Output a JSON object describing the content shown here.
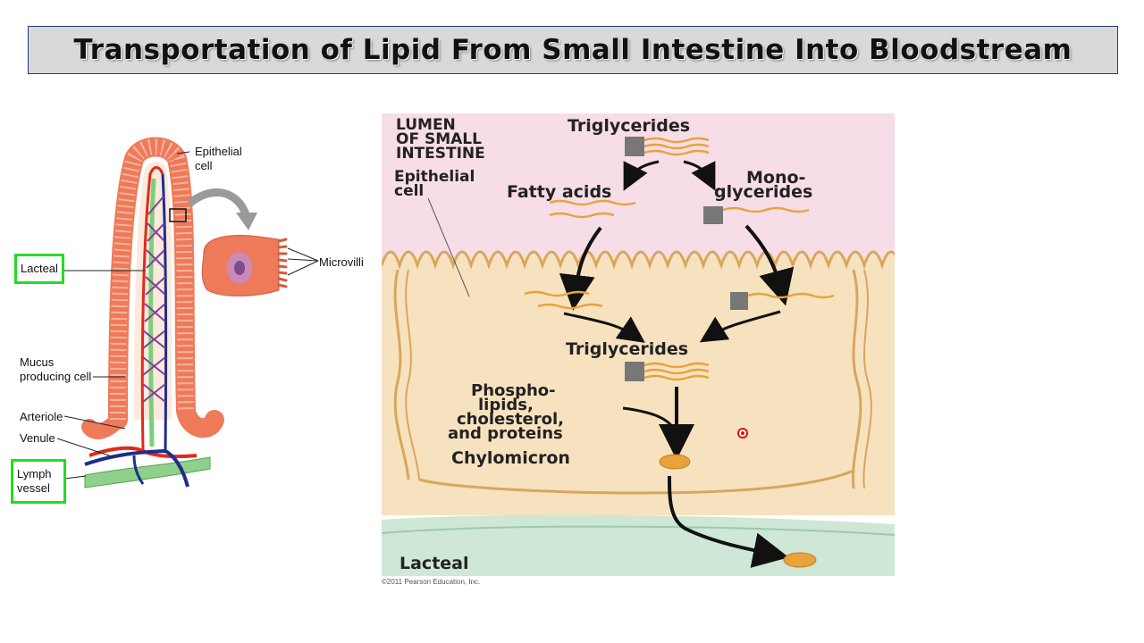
{
  "title": "Transportation of Lipid From Small Intestine Into Bloodstream",
  "villus_labels": {
    "epithelial_cell": "Epithelial cell",
    "microvilli": "Microvilli",
    "lacteal": "Lacteal",
    "mucus": "Mucus producing cell",
    "arteriole": "Arteriole",
    "venule": "Venule",
    "lymph": "Lymph vessel"
  },
  "diagram_labels": {
    "lumen": "LUMEN OF SMALL INTESTINE",
    "triglycerides_top": "Triglycerides",
    "epithelial": "Epithelial cell",
    "fatty_acids": "Fatty acids",
    "monoglycerides": "Mono- glycerides",
    "triglycerides_mid": "Triglycerides",
    "phospho": "Phospho- lipids, cholesterol, and proteins",
    "chylomicron": "Chylomicron",
    "lacteal": "Lacteal"
  },
  "copyright": "©2011 Pearson Education, Inc.",
  "colors": {
    "lumen_pink": "#f7dde8",
    "cell_tan": "#f7e2bf",
    "lacteal_green": "#cfe7d7",
    "lipid_orange": "#e8a33a",
    "highlight_green": "#22dd22"
  }
}
